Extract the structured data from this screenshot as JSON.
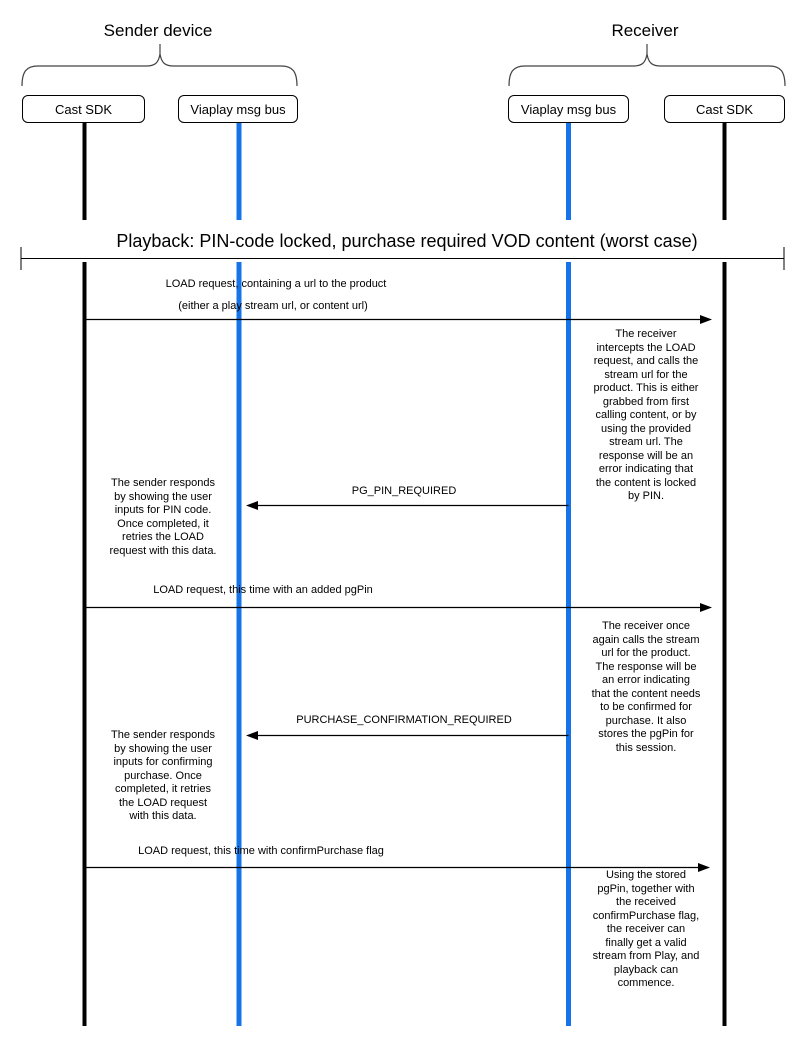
{
  "colors": {
    "lifeline_black": "#000000",
    "lifeline_blue": "#1673e8",
    "arrow": "#000000",
    "brace": "#444444"
  },
  "groups": [
    {
      "label": "Sender device",
      "participants": [
        {
          "label": "Cast SDK"
        },
        {
          "label": "Viaplay msg bus"
        }
      ]
    },
    {
      "label": "Receiver",
      "participants": [
        {
          "label": "Viaplay msg bus"
        },
        {
          "label": "Cast SDK"
        }
      ]
    }
  ],
  "section": {
    "title": "Playback: PIN-code locked, purchase required VOD content (worst case)"
  },
  "messages": [
    {
      "label": "LOAD request, containing a url to the product",
      "sublabel": "(either a play stream url, or content url)",
      "from": "Sender Cast SDK",
      "to": "Receiver Cast SDK",
      "direction": "right"
    },
    {
      "label": "PG_PIN_REQUIRED",
      "from": "Receiver Viaplay msg bus",
      "to": "Sender Viaplay msg bus",
      "direction": "left"
    },
    {
      "label": "LOAD request, this time with an added pgPin",
      "from": "Sender Cast SDK",
      "to": "Receiver Cast SDK",
      "direction": "right"
    },
    {
      "label": "PURCHASE_CONFIRMATION_REQUIRED",
      "from": "Receiver Viaplay msg bus",
      "to": "Sender Viaplay msg bus",
      "direction": "left"
    },
    {
      "label": "LOAD request, this time with confirmPurchase flag",
      "from": "Sender Cast SDK",
      "to": "Receiver Cast SDK",
      "direction": "right"
    }
  ],
  "notes": [
    {
      "side": "receiver",
      "lines": [
        "The receiver",
        "intercepts the LOAD",
        "request, and calls the",
        "stream url for the",
        "product. This is either",
        "grabbed from first",
        "calling content, or by",
        "using the provided",
        "stream url. The",
        "response will be an",
        "error indicating that",
        "the content is locked",
        "by PIN."
      ]
    },
    {
      "side": "sender",
      "lines": [
        "The sender responds",
        "by showing the user",
        "inputs for PIN code.",
        "Once completed, it",
        "retries the LOAD",
        "request with this data."
      ]
    },
    {
      "side": "receiver",
      "lines": [
        "The receiver once",
        "again calls the stream",
        "url for the product.",
        "The response will be",
        "an error indicating",
        "that the content needs",
        "to be confirmed for",
        "purchase. It also",
        "stores the pgPin for",
        "this session."
      ]
    },
    {
      "side": "sender",
      "lines": [
        "The sender responds",
        "by showing the user",
        "inputs for confirming",
        "purchase. Once",
        "completed, it retries",
        "the LOAD request",
        "with this data."
      ]
    },
    {
      "side": "receiver",
      "lines": [
        "Using the stored",
        "pgPin, together with",
        "the received",
        "confirmPurchase flag,",
        "the receiver can",
        "finally get a valid",
        "stream from Play, and",
        "playback can",
        "commence."
      ]
    }
  ]
}
